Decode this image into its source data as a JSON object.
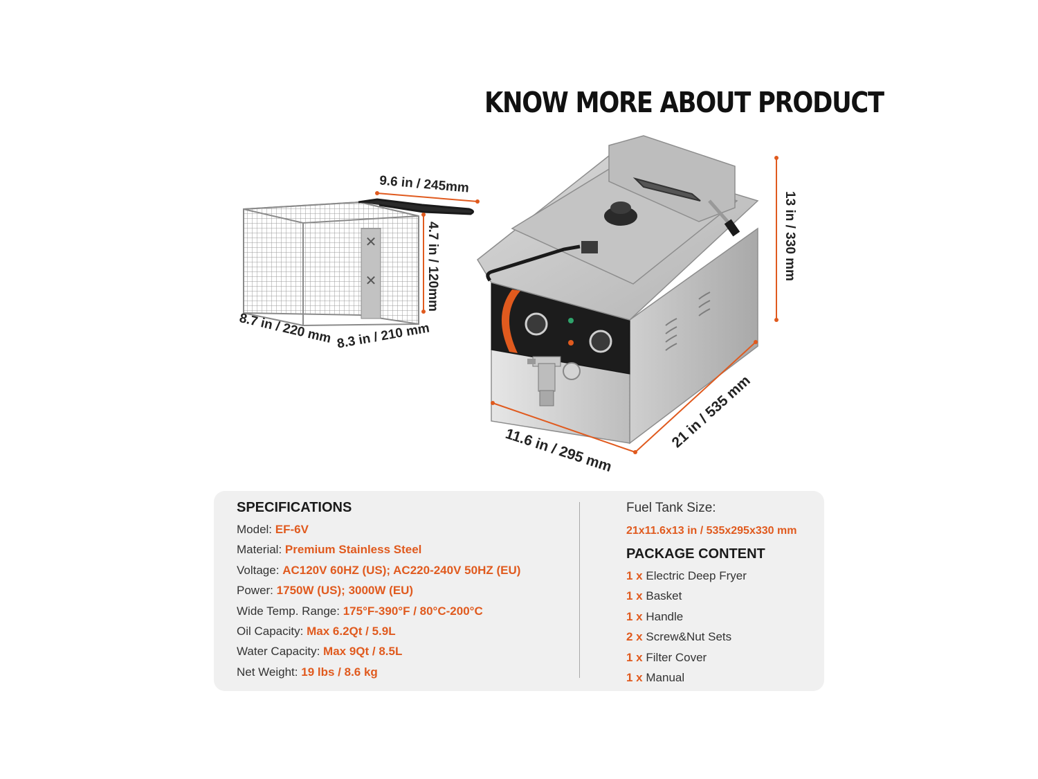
{
  "headline": "KNOW MORE ABOUT PRODUCT",
  "basket_dimensions": {
    "length": "9.6 in / 245mm",
    "height": "4.7 in / 120mm",
    "depth": "8.7 in / 220 mm",
    "width": "8.3 in / 210 mm"
  },
  "fryer_dimensions": {
    "height": "13 in / 330 mm",
    "width": "11.6 in / 295 mm",
    "depth": "21 in / 535 mm"
  },
  "specifications": {
    "title": "SPECIFICATIONS",
    "rows": [
      {
        "label": "Model:",
        "value": "EF-6V"
      },
      {
        "label": "Material:",
        "value": "Premium Stainless Steel"
      },
      {
        "label": "Voltage:",
        "value": "AC120V 60HZ (US); AC220-240V 50HZ (EU)"
      },
      {
        "label": "Power:",
        "value": "1750W (US); 3000W (EU)"
      },
      {
        "label": "Wide Temp. Range:",
        "value": "175°F-390°F / 80°C-200°C"
      },
      {
        "label": "Oil Capacity:",
        "value": "Max 6.2Qt / 5.9L"
      },
      {
        "label": "Water Capacity:",
        "value": "Max 9Qt / 8.5L"
      },
      {
        "label": "Net Weight:",
        "value": "19 lbs / 8.6 kg"
      }
    ]
  },
  "fuel_tank": {
    "label": "Fuel Tank Size:",
    "value": "21x11.6x13 in / 535x295x330 mm"
  },
  "package_content": {
    "title": "PACKAGE CONTENT",
    "items": [
      {
        "qty": "1 x",
        "name": "Electric Deep Fryer"
      },
      {
        "qty": "1 x",
        "name": "Basket"
      },
      {
        "qty": "1 x",
        "name": "Handle"
      },
      {
        "qty": "2 x",
        "name": "Screw&Nut Sets"
      },
      {
        "qty": "1 x",
        "name": "Filter Cover"
      },
      {
        "qty": "1 x",
        "name": "Manual"
      }
    ]
  },
  "colors": {
    "accent": "#e05a1e",
    "panel": "#f0f0f0",
    "steel": "#c9c9c9",
    "control_panel": "#1c1c1c"
  }
}
